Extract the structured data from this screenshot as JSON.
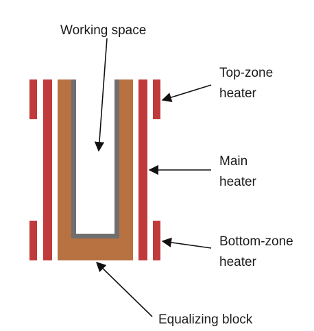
{
  "labels": {
    "working_space": "Working space",
    "top_zone_heater": [
      "Top-zone",
      "heater"
    ],
    "main_heater": [
      "Main",
      "heater"
    ],
    "bottom_zone_heater": [
      "Bottom-zone",
      "heater"
    ],
    "equalizing_block": "Equalizing block"
  },
  "colors": {
    "heater": "#c0393b",
    "heater_edge": "#a52b2d",
    "block": "#b87141",
    "liner": "#6f6f6f",
    "cavity": "#ffffff",
    "arrow": "#111111"
  }
}
